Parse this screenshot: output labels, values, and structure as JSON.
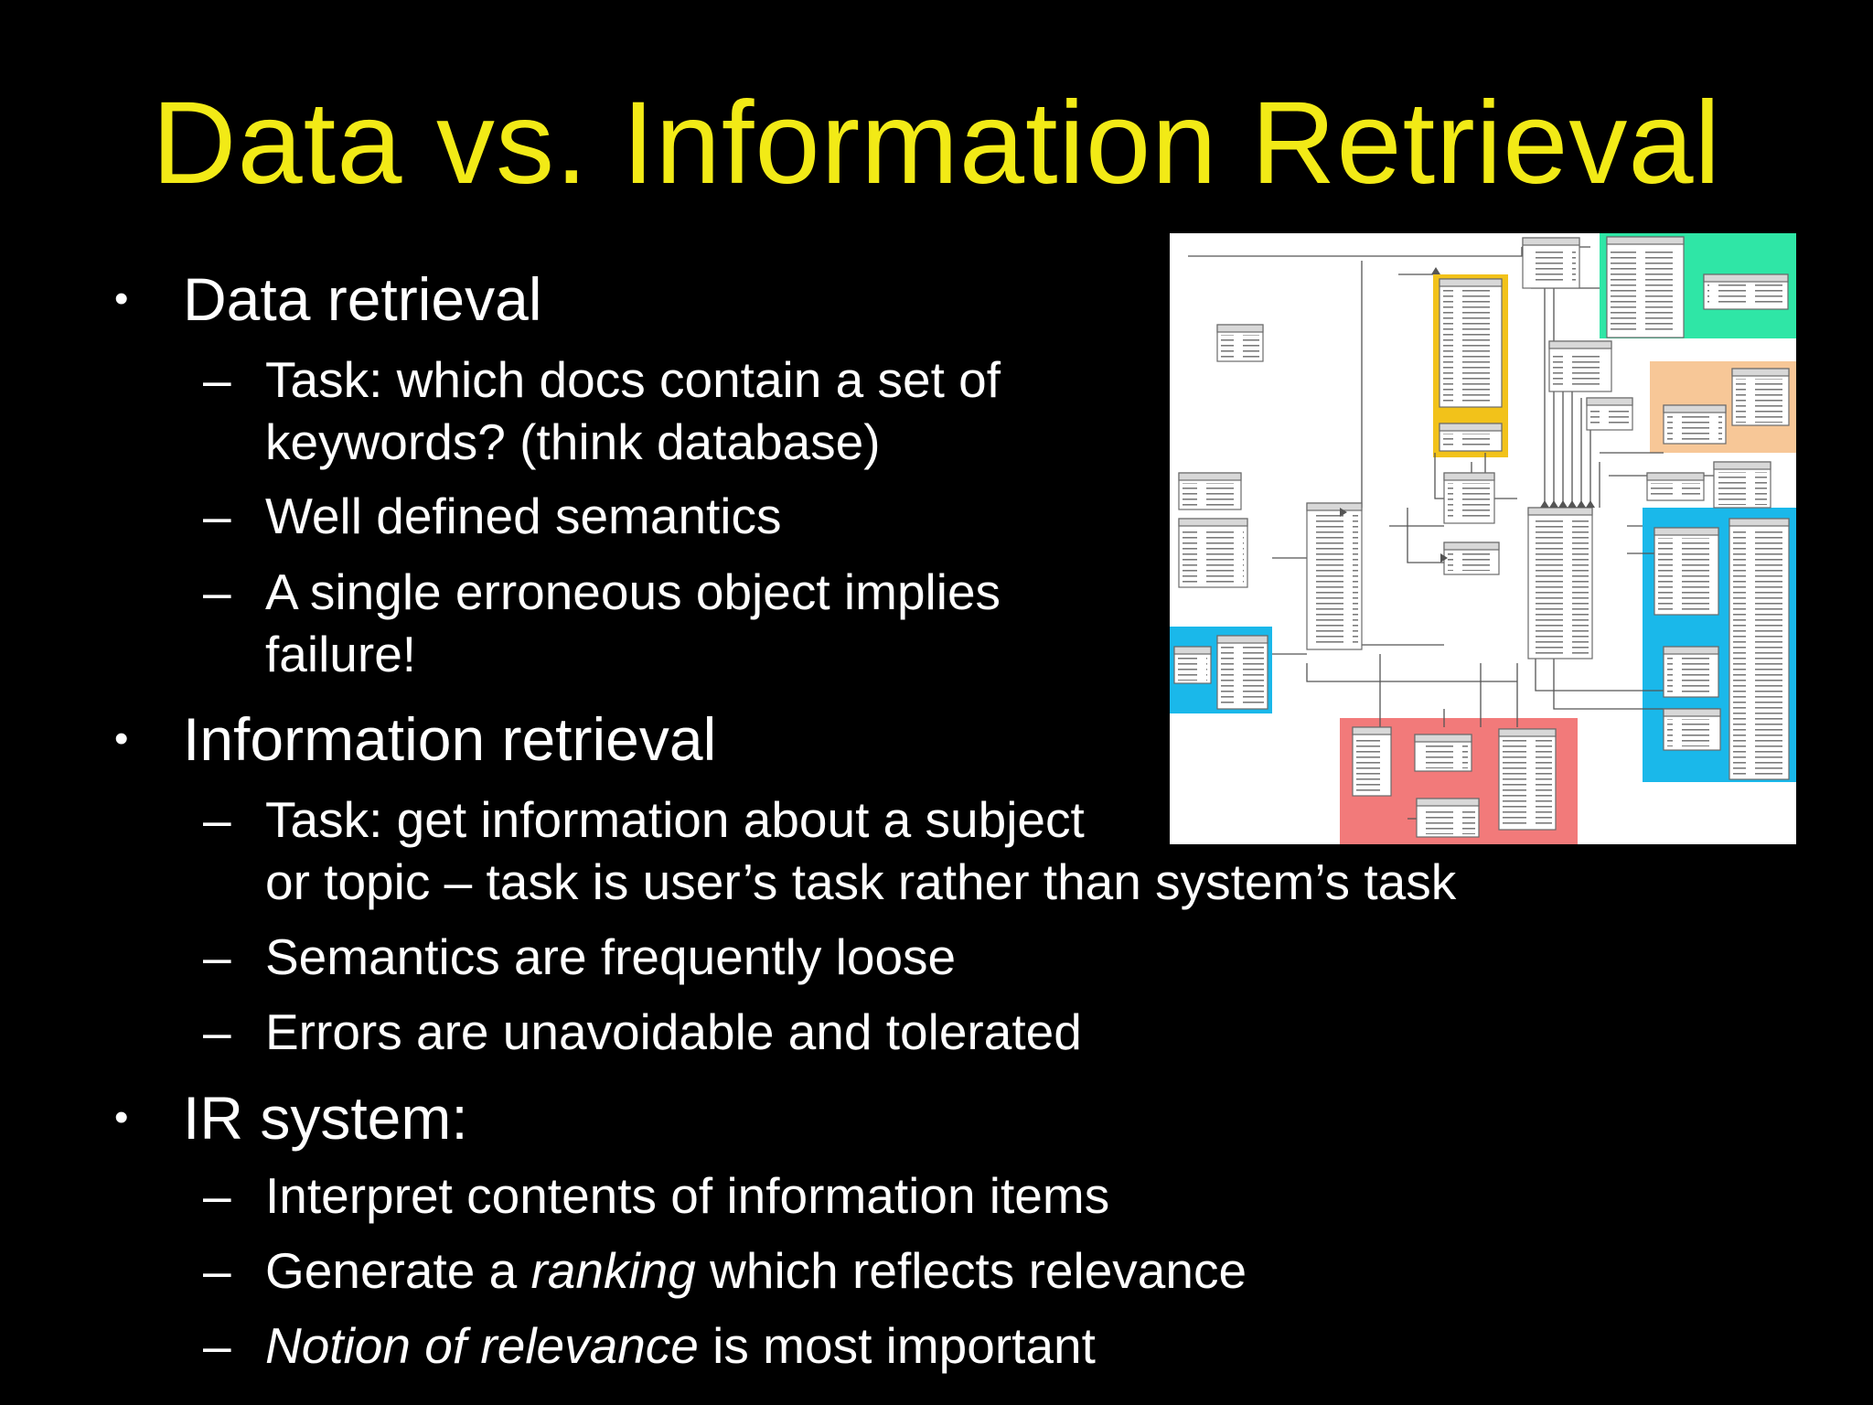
{
  "slide": {
    "title": "Data vs. Information Retrieval",
    "bullet_glyph": "•",
    "dash_glyph": "–"
  },
  "sections": [
    {
      "heading": "Data retrieval",
      "items": [
        {
          "line1": "Task: which docs contain a set of",
          "line2": "keywords? (think database)"
        },
        {
          "line1": "Well defined semantics"
        },
        {
          "line1": "A single erroneous object implies",
          "line2": "failure!"
        }
      ]
    },
    {
      "heading": "Information retrieval",
      "items": [
        {
          "line1": "Task: get information about a subject",
          "line2": "or topic – task is user’s task rather than system’s task"
        },
        {
          "line1": "Semantics are frequently loose"
        },
        {
          "line1": "Errors are unavoidable and tolerated"
        }
      ]
    },
    {
      "heading": "IR system:",
      "items": [
        {
          "line1": "Interpret contents of information items"
        },
        {
          "pre": "Generate a ",
          "em": "ranking",
          "post": " which reflects relevance"
        },
        {
          "pre": "",
          "em": "Notion of relevance",
          "post": " is most important"
        }
      ]
    }
  ],
  "colors": {
    "background": "#000000",
    "title": "#f2ea16",
    "body_text": "#ffffff",
    "diagram_green": "#2fe6a6",
    "diagram_blue": "#1ab8ea",
    "diagram_yellow": "#f2c21a",
    "diagram_orange": "#f7c797",
    "diagram_red": "#f27a7a"
  }
}
